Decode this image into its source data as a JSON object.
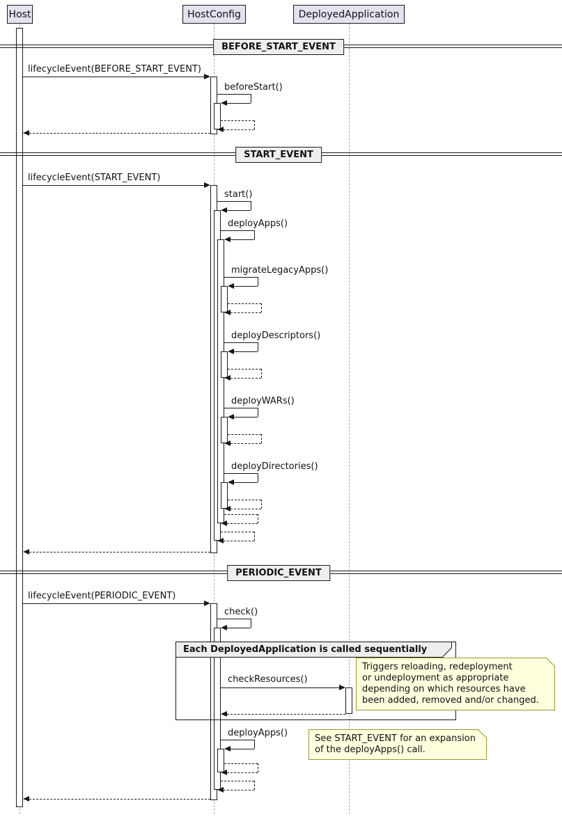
{
  "diagram": {
    "participants": [
      {
        "name": "Host"
      },
      {
        "name": "HostConfig"
      },
      {
        "name": "DeployedApplication"
      }
    ],
    "dividers": [
      {
        "label": "BEFORE_START_EVENT"
      },
      {
        "label": "START_EVENT"
      },
      {
        "label": "PERIODIC_EVENT"
      }
    ],
    "messages": [
      {
        "label": "lifecycleEvent(BEFORE_START_EVENT)",
        "from": "Host",
        "to": "HostConfig",
        "kind": "call"
      },
      {
        "label": "beforeStart()",
        "from": "HostConfig",
        "to": "HostConfig",
        "kind": "self-call"
      },
      {
        "label": "lifecycleEvent(START_EVENT)",
        "from": "Host",
        "to": "HostConfig",
        "kind": "call"
      },
      {
        "label": "start()",
        "from": "HostConfig",
        "to": "HostConfig",
        "kind": "self-call"
      },
      {
        "label": "deployApps()",
        "from": "HostConfig",
        "to": "HostConfig",
        "kind": "self-call"
      },
      {
        "label": "migrateLegacyApps()",
        "from": "HostConfig",
        "to": "HostConfig",
        "kind": "self-call"
      },
      {
        "label": "deployDescriptors()",
        "from": "HostConfig",
        "to": "HostConfig",
        "kind": "self-call"
      },
      {
        "label": "deployWARs()",
        "from": "HostConfig",
        "to": "HostConfig",
        "kind": "self-call"
      },
      {
        "label": "deployDirectories()",
        "from": "HostConfig",
        "to": "HostConfig",
        "kind": "self-call"
      },
      {
        "label": "lifecycleEvent(PERIODIC_EVENT)",
        "from": "Host",
        "to": "HostConfig",
        "kind": "call"
      },
      {
        "label": "check()",
        "from": "HostConfig",
        "to": "HostConfig",
        "kind": "self-call"
      },
      {
        "label": "checkResources()",
        "from": "HostConfig",
        "to": "DeployedApplication",
        "kind": "call"
      },
      {
        "label": "deployApps()",
        "from": "HostConfig",
        "to": "HostConfig",
        "kind": "self-call"
      }
    ],
    "group": {
      "label": "Each DeployedApplication is called sequentially"
    },
    "notes": [
      {
        "text": "Triggers reloading, redeployment\nor undeployment as appropriate\ndepending on which resources have\nbeen added, removed and/or changed."
      },
      {
        "text": "See START_EVENT for an expansion\nof the deployApps() call."
      }
    ],
    "colors": {
      "participant_bg": "#E2E2F0",
      "header_bg": "#EEEEEE",
      "note_bg": "#FEFFDD",
      "note_border": "#999933",
      "line": "#181818",
      "lifeline": "#A6A6A6"
    }
  }
}
